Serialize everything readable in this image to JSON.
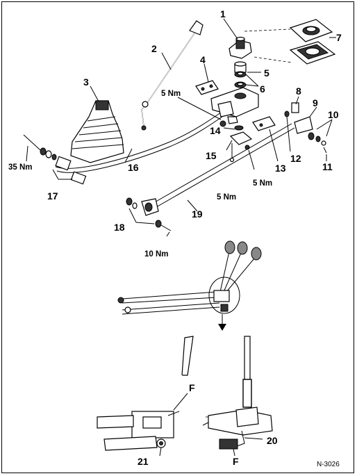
{
  "callouts": {
    "c1": "1",
    "c2": "2",
    "c3": "3",
    "c4": "4",
    "c5": "5",
    "c6": "6",
    "c7": "7",
    "c8": "8",
    "c9": "9",
    "c10": "10",
    "c11": "11",
    "c12": "12",
    "c13": "13",
    "c14": "14",
    "c15": "15",
    "c16": "16",
    "c17": "17",
    "c18": "18",
    "c19": "19",
    "c20": "20",
    "c21": "21",
    "f_left": "F",
    "f_right": "F"
  },
  "torques": {
    "t_upper": "5 Nm",
    "t_left": "35 Nm",
    "t_mid_right": "5 Nm",
    "t_mid": "5 Nm",
    "t_lower": "10 Nm"
  },
  "reference": "N-3026"
}
